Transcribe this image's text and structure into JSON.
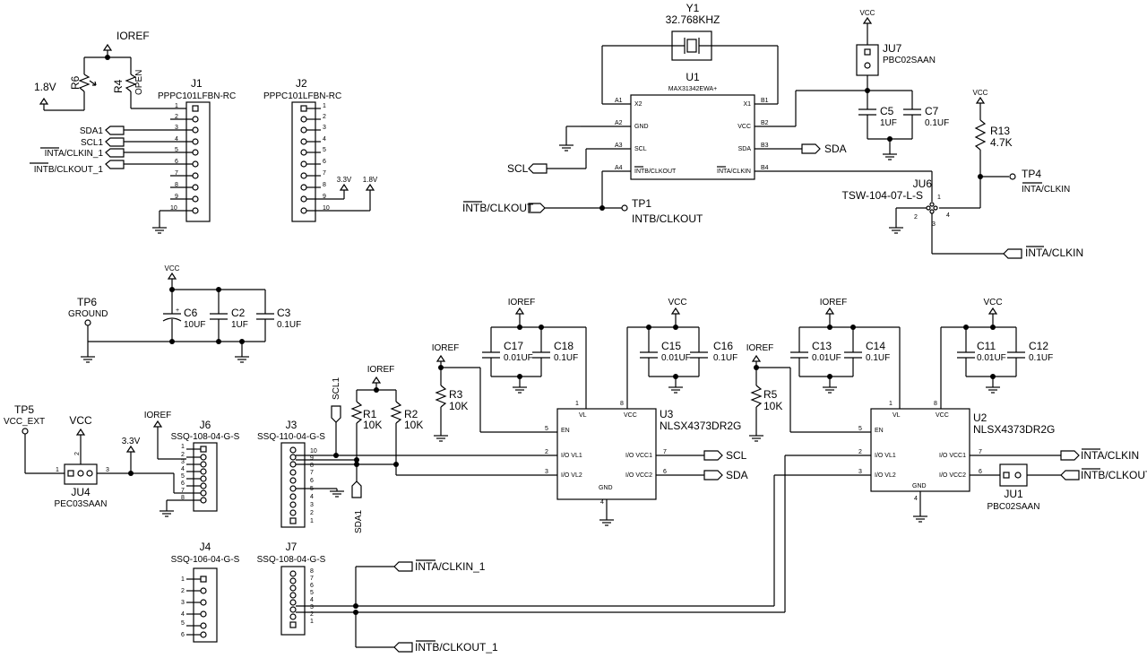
{
  "power": {
    "ioref": "IOREF",
    "vcc": "VCC",
    "v18": "1.8V",
    "v33": "3.3V"
  },
  "u1": {
    "ref": "U1",
    "part": "MAX31342EWA+",
    "pins": [
      "A1",
      "A2",
      "A3",
      "A4",
      "B1",
      "B2",
      "B3",
      "B4"
    ],
    "pinnames": [
      "X2",
      "GND",
      "SCL",
      "INTB/CLKOUT",
      "X1",
      "VCC",
      "SDA",
      "INTA/CLKIN"
    ]
  },
  "y1": {
    "ref": "Y1",
    "value": "32.768KHZ"
  },
  "jumpers": {
    "ju7": {
      "ref": "JU7",
      "part": "PBC02SAAN"
    },
    "ju6": {
      "ref": "JU6",
      "part": "TSW-104-07-L-S",
      "pins": [
        "1",
        "2",
        "3",
        "4"
      ]
    },
    "ju4": {
      "ref": "JU4",
      "part": "PEC03SAAN",
      "pins": [
        "1",
        "2",
        "3"
      ]
    },
    "ju1": {
      "ref": "JU1",
      "part": "PBC02SAAN"
    }
  },
  "caps": {
    "c5": {
      "ref": "C5",
      "value": "1UF"
    },
    "c7": {
      "ref": "C7",
      "value": "0.1UF"
    },
    "c6": {
      "ref": "C6",
      "value": "10UF"
    },
    "c2": {
      "ref": "C2",
      "value": "1UF"
    },
    "c3": {
      "ref": "C3",
      "value": "0.1UF"
    },
    "c17": {
      "ref": "C17",
      "value": "0.01UF"
    },
    "c18": {
      "ref": "C18",
      "value": "0.1UF"
    },
    "c15": {
      "ref": "C15",
      "value": "0.01UF"
    },
    "c16": {
      "ref": "C16",
      "value": "0.1UF"
    },
    "c13": {
      "ref": "C13",
      "value": "0.01UF"
    },
    "c14": {
      "ref": "C14",
      "value": "0.1UF"
    },
    "c11": {
      "ref": "C11",
      "value": "0.01UF"
    },
    "c12": {
      "ref": "C12",
      "value": "0.1UF"
    }
  },
  "res": {
    "r13": {
      "ref": "R13",
      "value": "4.7K"
    },
    "r6": {
      "ref": "R6"
    },
    "r4": {
      "ref": "R4",
      "value": "OPEN"
    },
    "r3": {
      "ref": "R3",
      "value": "10K"
    },
    "r1": {
      "ref": "R1",
      "value": "10K"
    },
    "r2": {
      "ref": "R2",
      "value": "10K"
    },
    "r5": {
      "ref": "R5",
      "value": "10K"
    }
  },
  "tps": {
    "tp1": {
      "ref": "TP1",
      "net": "INTB/CLKOUT"
    },
    "tp4": {
      "ref": "TP4",
      "net": "INTA/CLKIN"
    },
    "tp6": {
      "ref": "TP6",
      "net": "GROUND"
    },
    "tp5": {
      "ref": "TP5",
      "net": "VCC_EXT"
    }
  },
  "connectors": {
    "j1": {
      "ref": "J1",
      "part": "PPPC101LFBN-RC",
      "pins": [
        "1",
        "2",
        "3",
        "4",
        "5",
        "6",
        "7",
        "8",
        "9",
        "10"
      ]
    },
    "j2": {
      "ref": "J2",
      "part": "PPPC101LFBN-RC"
    },
    "j6": {
      "ref": "J6",
      "part": "SSQ-108-04-G-S",
      "pins": [
        "1",
        "2",
        "3",
        "4",
        "5",
        "6",
        "7",
        "8"
      ]
    },
    "j3": {
      "ref": "J3",
      "part": "SSQ-110-04-G-S",
      "pins": [
        "10",
        "9",
        "8",
        "7",
        "6",
        "5",
        "4",
        "3",
        "2",
        "1"
      ]
    },
    "j4": {
      "ref": "J4",
      "part": "SSQ-106-04-G-S",
      "pins": [
        "1",
        "2",
        "3",
        "4",
        "5",
        "6"
      ]
    },
    "j7": {
      "ref": "J7",
      "part": "SSQ-108-04-G-S",
      "pins": [
        "8",
        "7",
        "6",
        "5",
        "4",
        "3",
        "2",
        "1"
      ]
    }
  },
  "shifters": {
    "u3": {
      "ref": "U3",
      "part": "NLSX4373DR2G"
    },
    "u2": {
      "ref": "U2",
      "part": "NLSX4373DR2G"
    },
    "pins": [
      "VL",
      "VCC",
      "EN",
      "I/O VL1",
      "I/O VL2",
      "GND",
      "I/O VCC1",
      "I/O VCC2"
    ],
    "pinnums": [
      "1",
      "8",
      "5",
      "2",
      "3",
      "4",
      "7",
      "6"
    ]
  },
  "nets": {
    "sda1": "SDA1",
    "scl1": "SCL1",
    "inta_clkin_1": "INTA/CLKIN_1",
    "intb_clkout_1": "INTB/CLKOUT_1",
    "scl": "SCL",
    "sda": "SDA",
    "intb_clkout": "INTB/CLKOUT",
    "inta_clkin": "INTA/CLKIN"
  }
}
